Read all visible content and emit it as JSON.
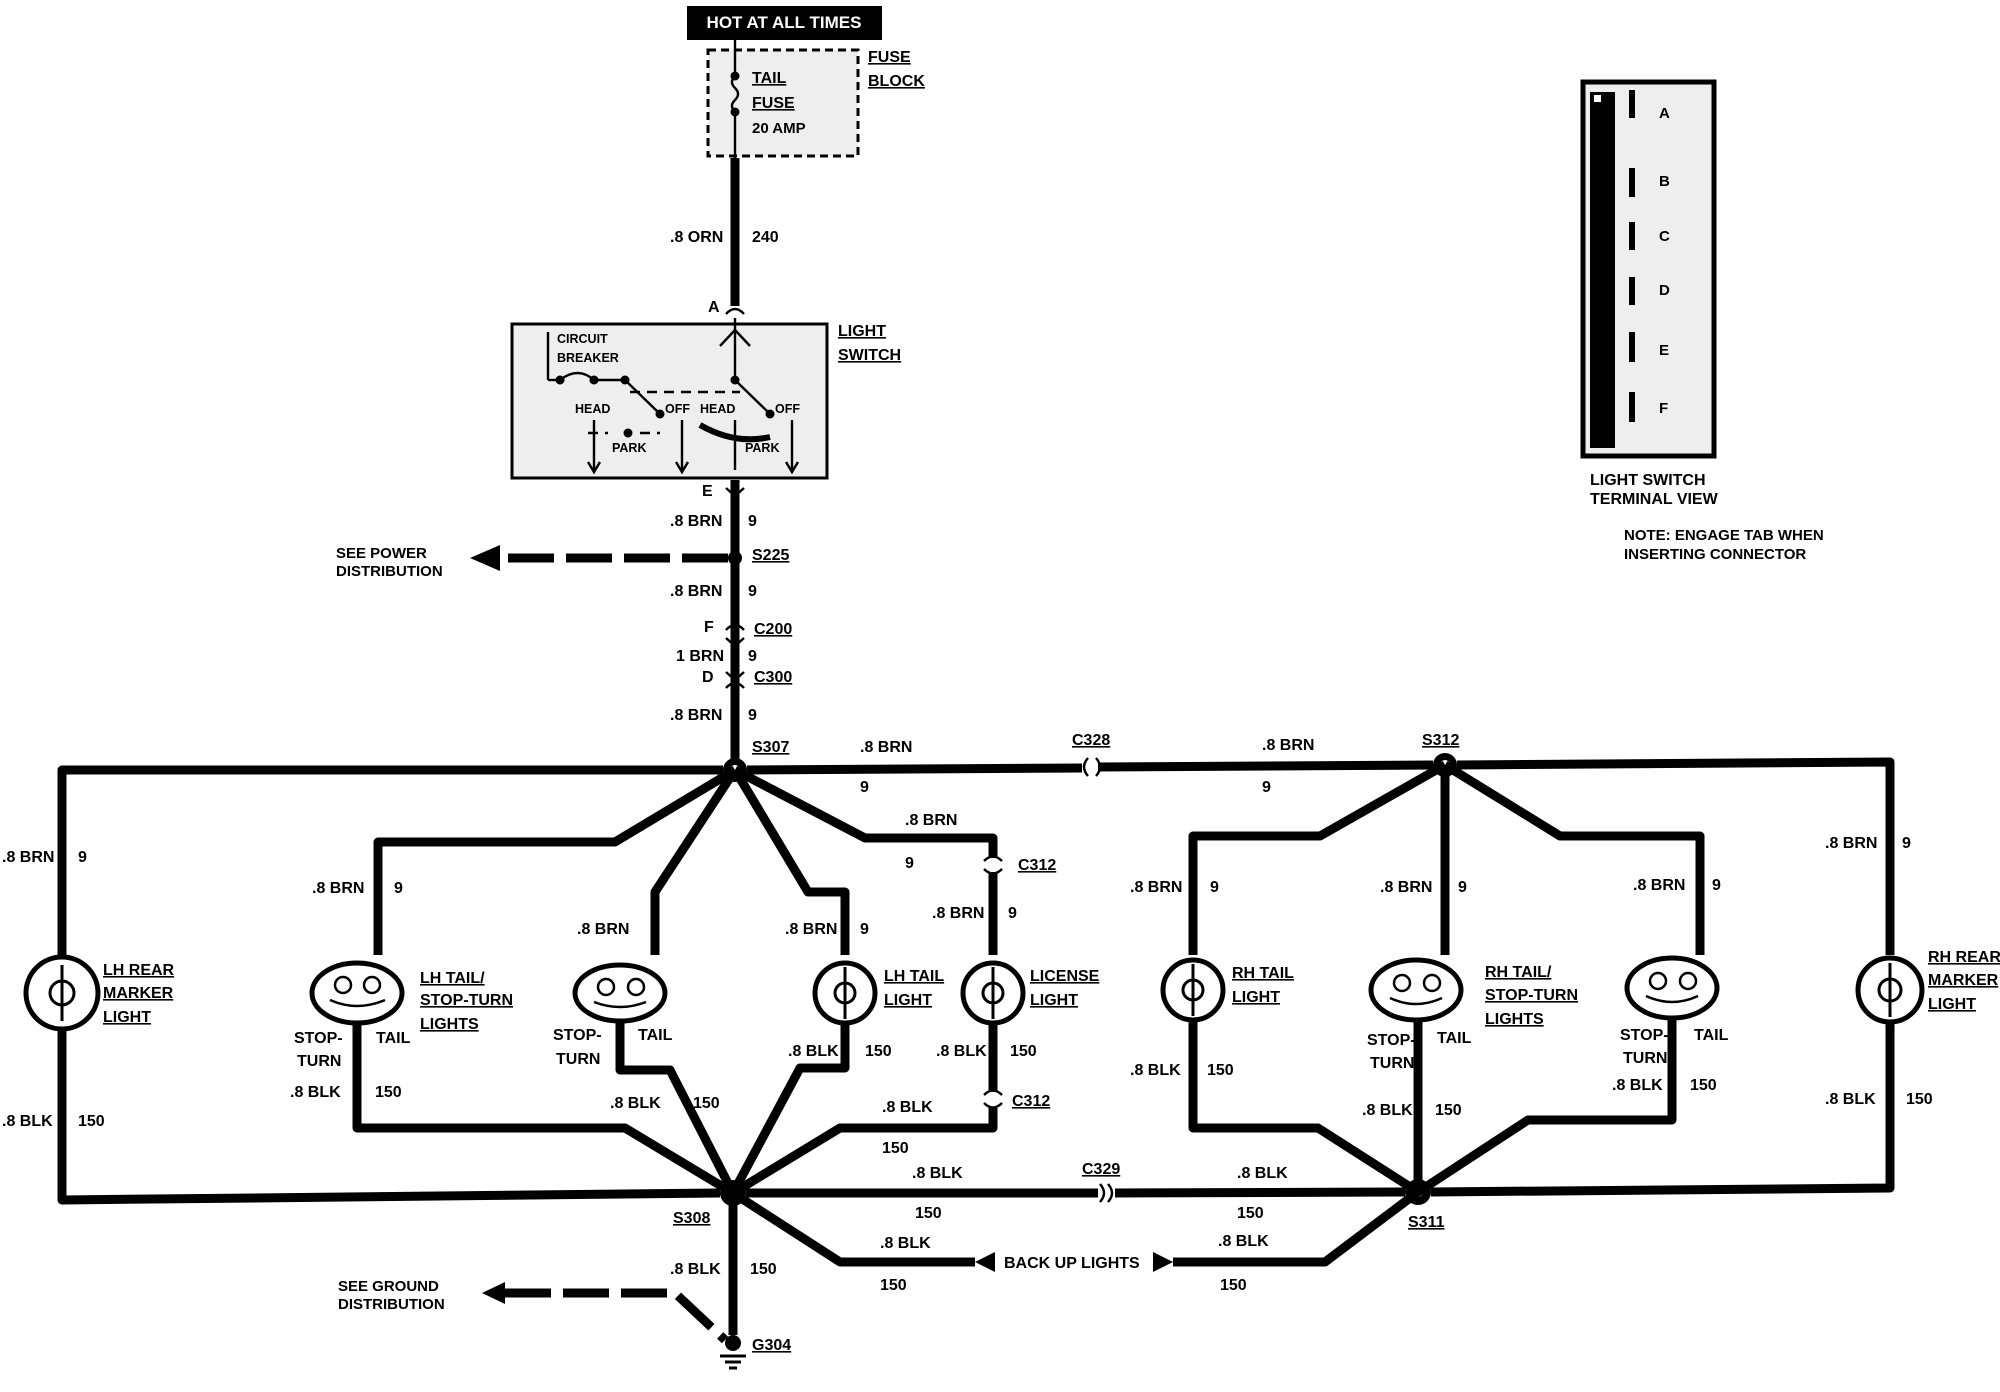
{
  "header": {
    "hot_label": "HOT AT ALL TIMES"
  },
  "fuse": {
    "name_line1": "TAIL",
    "name_line2": "FUSE",
    "rating": "20 AMP",
    "block_line1": "FUSE",
    "block_line2": "BLOCK"
  },
  "feed": {
    "wire": ".8 ORN",
    "circuit": "240",
    "terminal": "A"
  },
  "light_switch": {
    "title_line1": "LIGHT",
    "title_line2": "SWITCH",
    "breaker_line1": "CIRCUIT",
    "breaker_line2": "BREAKER",
    "head": "HEAD",
    "off": "OFF",
    "park": "PARK",
    "out_terminal": "E"
  },
  "main_feed": {
    "w1": ".8 BRN",
    "c1": "9",
    "splice": "S225",
    "power_line1": "SEE POWER",
    "power_line2": "DISTRIBUTION",
    "w2": ".8 BRN",
    "c2": "9",
    "f_term": "F",
    "c200": "C200",
    "w3": "1 BRN",
    "c3": "9",
    "d_term": "D",
    "c300": "C300",
    "w4": ".8 BRN",
    "c4": "9"
  },
  "splices": {
    "s307": "S307",
    "s312": "S312",
    "s308": "S308",
    "s311": "S311",
    "g304": "G304"
  },
  "connectors": {
    "c328": "C328",
    "c312a": "C312",
    "c312b": "C312",
    "c329": "C329"
  },
  "wire_labels": {
    "brn": ".8 BRN",
    "blk": ".8 BLK",
    "c9": "9",
    "c150": "150"
  },
  "lamps": {
    "lh_rear_marker": [
      "LH REAR",
      "MARKER",
      "LIGHT"
    ],
    "lh_tail_stop": [
      "LH TAIL/",
      "STOP-TURN",
      "LIGHTS"
    ],
    "lh_tail": [
      "LH TAIL",
      "LIGHT"
    ],
    "license": [
      "LICENSE",
      "LIGHT"
    ],
    "rh_tail": [
      "RH TAIL",
      "LIGHT"
    ],
    "rh_tail_stop": [
      "RH TAIL/",
      "STOP-TURN",
      "LIGHTS"
    ],
    "rh_rear_marker": [
      "RH REAR",
      "MARKER",
      "LIGHT"
    ]
  },
  "terminals": {
    "stop": "STOP-",
    "turn": "TURN",
    "tail": "TAIL"
  },
  "backup_lights": "BACK UP LIGHTS",
  "ground_ref": {
    "line1": "SEE GROUND",
    "line2": "DISTRIBUTION"
  },
  "terminal_view": {
    "pins": [
      "A",
      "B",
      "C",
      "D",
      "E",
      "F"
    ],
    "caption_line1": "LIGHT SWITCH",
    "caption_line2": "TERMINAL VIEW",
    "note_line1": "NOTE: ENGAGE TAB WHEN",
    "note_line2": "INSERTING CONNECTOR"
  }
}
